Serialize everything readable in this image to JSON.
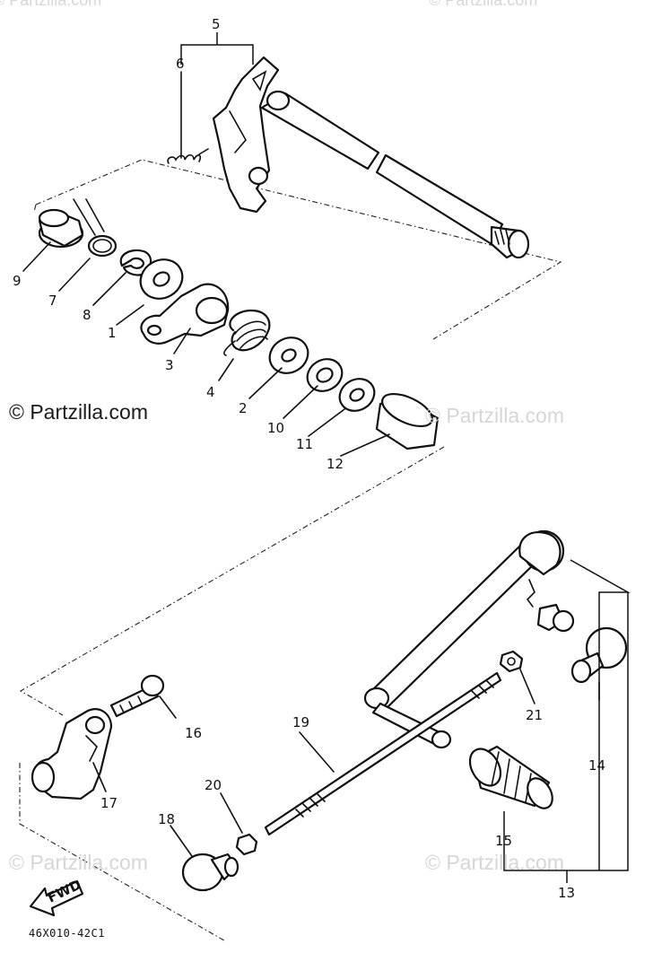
{
  "watermark": {
    "primary": "© Partzilla.com",
    "faint": "© Partzilla.com"
  },
  "diagram_code": "46X010-42C1",
  "fwd_label": "FWD",
  "callouts": {
    "c1": "1",
    "c2": "2",
    "c3": "3",
    "c4": "4",
    "c5": "5",
    "c6": "6",
    "c7": "7",
    "c8": "8",
    "c9": "9",
    "c10": "10",
    "c11": "11",
    "c12": "12",
    "c13": "13",
    "c14": "14",
    "c15": "15",
    "c16": "16",
    "c17": "17",
    "c18": "18",
    "c19": "19",
    "c20": "20",
    "c21": "21"
  }
}
